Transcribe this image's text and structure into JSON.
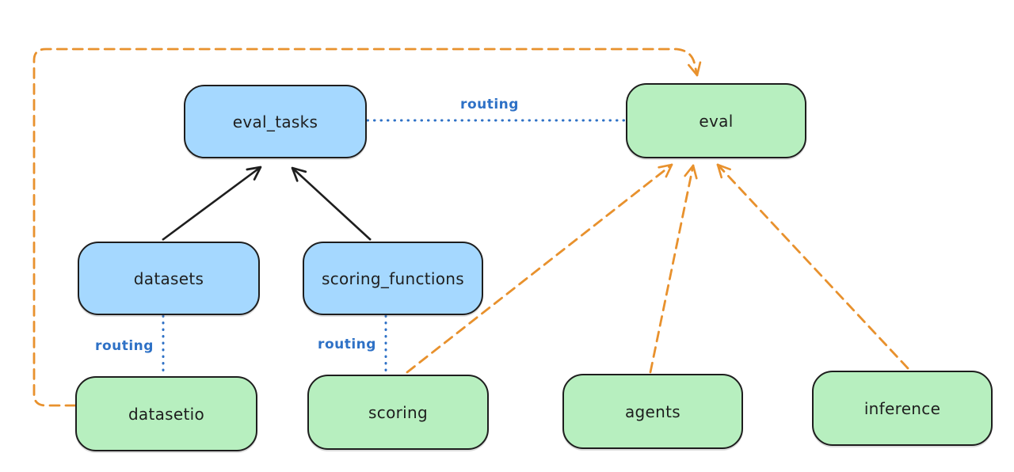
{
  "diagram": {
    "type": "architecture-routing-diagram",
    "nodes": [
      {
        "id": "eval_tasks",
        "label": "eval_tasks",
        "kind": "api",
        "fill": "#a5d8ff"
      },
      {
        "id": "eval",
        "label": "eval",
        "kind": "provider",
        "fill": "#b7efbf"
      },
      {
        "id": "datasets",
        "label": "datasets",
        "kind": "api",
        "fill": "#a5d8ff"
      },
      {
        "id": "scoring_functions",
        "label": "scoring_functions",
        "kind": "api",
        "fill": "#a5d8ff"
      },
      {
        "id": "datasetio",
        "label": "datasetio",
        "kind": "provider",
        "fill": "#b7efbf"
      },
      {
        "id": "scoring",
        "label": "scoring",
        "kind": "provider",
        "fill": "#b7efbf"
      },
      {
        "id": "agents",
        "label": "agents",
        "kind": "provider",
        "fill": "#b7efbf"
      },
      {
        "id": "inference",
        "label": "inference",
        "kind": "provider",
        "fill": "#b7efbf"
      }
    ],
    "edges": [
      {
        "from": "datasets",
        "to": "eval_tasks",
        "style": "solid",
        "color": "#1e1e1e",
        "arrow": true,
        "label": ""
      },
      {
        "from": "scoring_functions",
        "to": "eval_tasks",
        "style": "solid",
        "color": "#1e1e1e",
        "arrow": true,
        "label": ""
      },
      {
        "from": "eval_tasks",
        "to": "eval",
        "style": "dotted",
        "color": "#2e71c6",
        "arrow": false,
        "label": "routing"
      },
      {
        "from": "datasets",
        "to": "datasetio",
        "style": "dotted",
        "color": "#2e71c6",
        "arrow": false,
        "label": "routing"
      },
      {
        "from": "scoring_functions",
        "to": "scoring",
        "style": "dotted",
        "color": "#2e71c6",
        "arrow": false,
        "label": "routing"
      },
      {
        "from": "datasetio",
        "to": "eval",
        "style": "dashed",
        "color": "#e8912d",
        "arrow": true,
        "label": ""
      },
      {
        "from": "scoring",
        "to": "eval",
        "style": "dashed",
        "color": "#e8912d",
        "arrow": true,
        "label": ""
      },
      {
        "from": "agents",
        "to": "eval",
        "style": "dashed",
        "color": "#e8912d",
        "arrow": true,
        "label": ""
      },
      {
        "from": "inference",
        "to": "eval",
        "style": "dashed",
        "color": "#e8912d",
        "arrow": true,
        "label": ""
      }
    ],
    "colors": {
      "api_fill": "#a5d8ff",
      "provider_fill": "#b7efbf",
      "stroke": "#1e1e1e",
      "routing_blue": "#2e71c6",
      "dashed_orange": "#e8912d",
      "background": "#ffffff"
    }
  }
}
